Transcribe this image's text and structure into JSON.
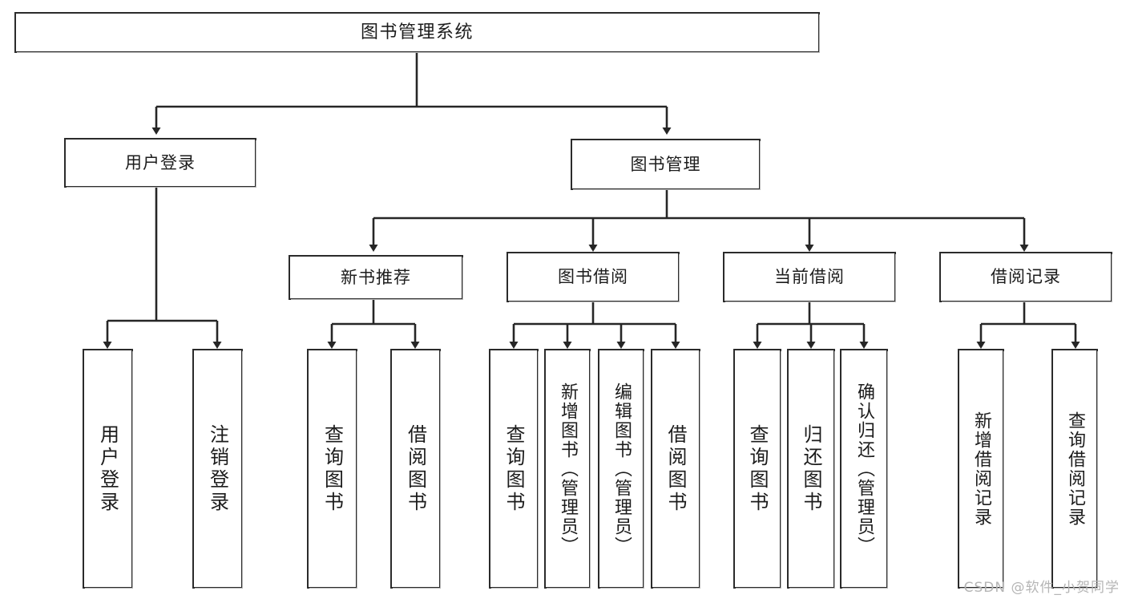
{
  "diagram": {
    "title": "图书管理系统",
    "type": "hierarchy-tree",
    "root": {
      "id": "root",
      "label": "图书管理系统"
    },
    "level2": [
      {
        "id": "user-login",
        "label": "用户登录"
      },
      {
        "id": "book-manage",
        "label": "图书管理"
      }
    ],
    "level3": [
      {
        "id": "new-book-rec",
        "label": "新书推荐",
        "parent": "book-manage"
      },
      {
        "id": "book-borrow",
        "label": "图书借阅",
        "parent": "book-manage"
      },
      {
        "id": "current-borrow",
        "label": "当前借阅",
        "parent": "book-manage"
      },
      {
        "id": "borrow-record",
        "label": "借阅记录",
        "parent": "book-manage"
      }
    ],
    "leaves": [
      {
        "id": "leaf-user-login",
        "label": "用户登录",
        "parent": "user-login"
      },
      {
        "id": "leaf-logout-login",
        "label": "注销登录",
        "parent": "user-login"
      },
      {
        "id": "leaf-query-book-1",
        "label": "查询图书",
        "parent": "new-book-rec"
      },
      {
        "id": "leaf-borrow-book-1",
        "label": "借阅图书",
        "parent": "new-book-rec"
      },
      {
        "id": "leaf-query-book-2",
        "label": "查询图书",
        "parent": "book-borrow"
      },
      {
        "id": "leaf-add-book",
        "label": "新增图书（管理员）",
        "parent": "book-borrow"
      },
      {
        "id": "leaf-edit-book",
        "label": "编辑图书（管理员）",
        "parent": "book-borrow"
      },
      {
        "id": "leaf-borrow-book-2",
        "label": "借阅图书",
        "parent": "book-borrow"
      },
      {
        "id": "leaf-query-book-3",
        "label": "查询图书",
        "parent": "current-borrow"
      },
      {
        "id": "leaf-return-book",
        "label": "归还图书",
        "parent": "current-borrow"
      },
      {
        "id": "leaf-confirm-return",
        "label": "确认归还（管理员）",
        "parent": "current-borrow"
      },
      {
        "id": "leaf-add-record",
        "label": "新增借阅记录",
        "parent": "borrow-record"
      },
      {
        "id": "leaf-query-record",
        "label": "查询借阅记录",
        "parent": "borrow-record"
      }
    ],
    "colors": {
      "box_border": "#2b2b2b",
      "box_fill": "#ffffff",
      "connector": "#262626",
      "text": "#1c1c1c",
      "watermark": "#b5b5b5",
      "background": "#ffffff"
    }
  },
  "watermark": {
    "text": "CSDN @软件_小贺同学"
  }
}
